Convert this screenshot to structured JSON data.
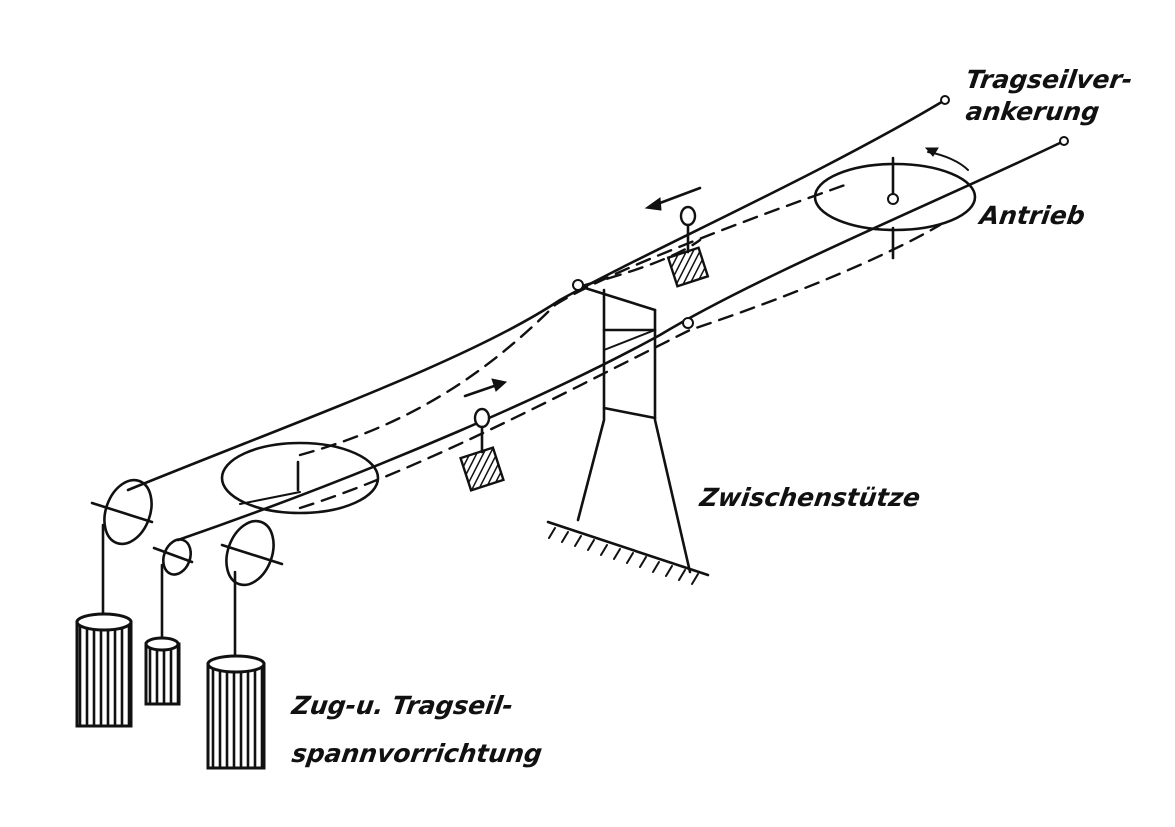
{
  "labels": {
    "anchor_line1": "Tragseilver-",
    "anchor_line2": "ankerung",
    "drive": "Antrieb",
    "support": "Zwischenstütze",
    "tension_line1": "Zug-u. Tragseil-",
    "tension_line2": "spannvorrichtung"
  },
  "colors": {
    "ink": "#111111",
    "paper": "#ffffff"
  }
}
